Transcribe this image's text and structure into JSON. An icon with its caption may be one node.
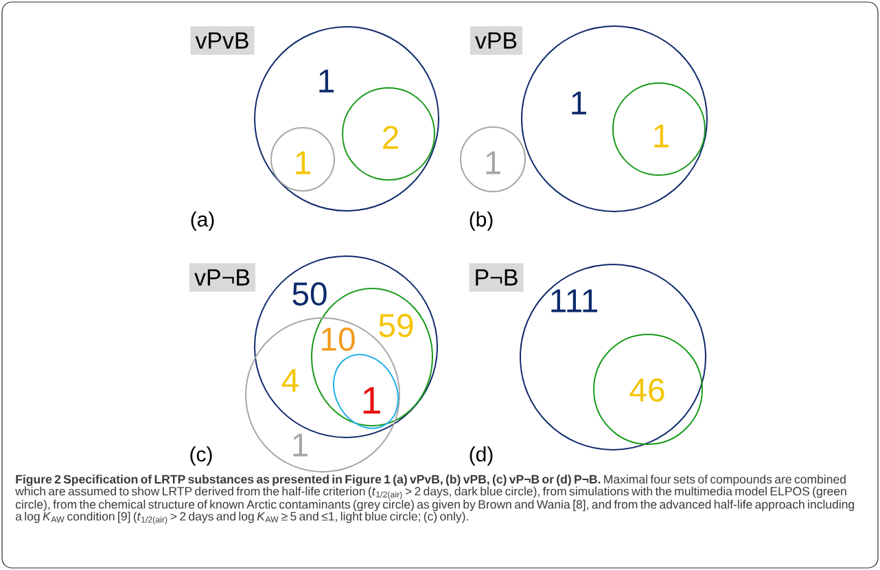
{
  "diagram": {
    "nodes": [
      {
        "text": [
          "vPvB"
        ]
      },
      {
        "text": [
          "1"
        ]
      },
      {
        "text": [
          "1"
        ],
        "in": 1
      },
      {
        "text": [
          "2"
        ],
        "in": 1
      },
      {
        "text": [
          "vPB"
        ]
      },
      {
        "text": [
          "1"
        ]
      },
      {
        "text": [
          "1"
        ],
        "in": 5
      },
      {
        "text": [
          "1"
        ]
      },
      {
        "text": [
          "vP¬B"
        ]
      },
      {
        "text": [
          "50"
        ]
      },
      {
        "text": [
          "59"
        ],
        "in": 9
      },
      {
        "text": [
          "1"
        ]
      },
      {
        "text": [
          "1"
        ]
      },
      {
        "text": [
          "P¬B"
        ]
      },
      {
        "text": [
          "111"
        ]
      },
      {
        "text": [
          "46"
        ],
        "in": 14
      }
    ],
    "labels": [
      "(a)",
      "(b)",
      "10",
      "4",
      "(c)",
      "(d)"
    ],
    "caption": "**Figure 2 Specification of LRTP substances as presented in Figure 1 (a) vPvB, (b) vPB, (c) vP¬B or (d) P¬B.** Maximal four sets of compounds are combined which are assumed to show LRTP derived from the half-life criterion (*t*$_{1/2(air)}$ > 2 days, dark blue circle), from simulations with the multimedia model ELPOS (green circle), from the chemical structure of known Arctic contaminants (grey circle) as given by Brown and Wania [8], and from the advanced half-life approach including a log *K*$_{AW}$ condition [9] (*t*$_{1/2(air)}$ > 2 days and log *K*$_{AW}$ ≥ 5 and ≤1, light blue circle; (c) only)."
  }
}
